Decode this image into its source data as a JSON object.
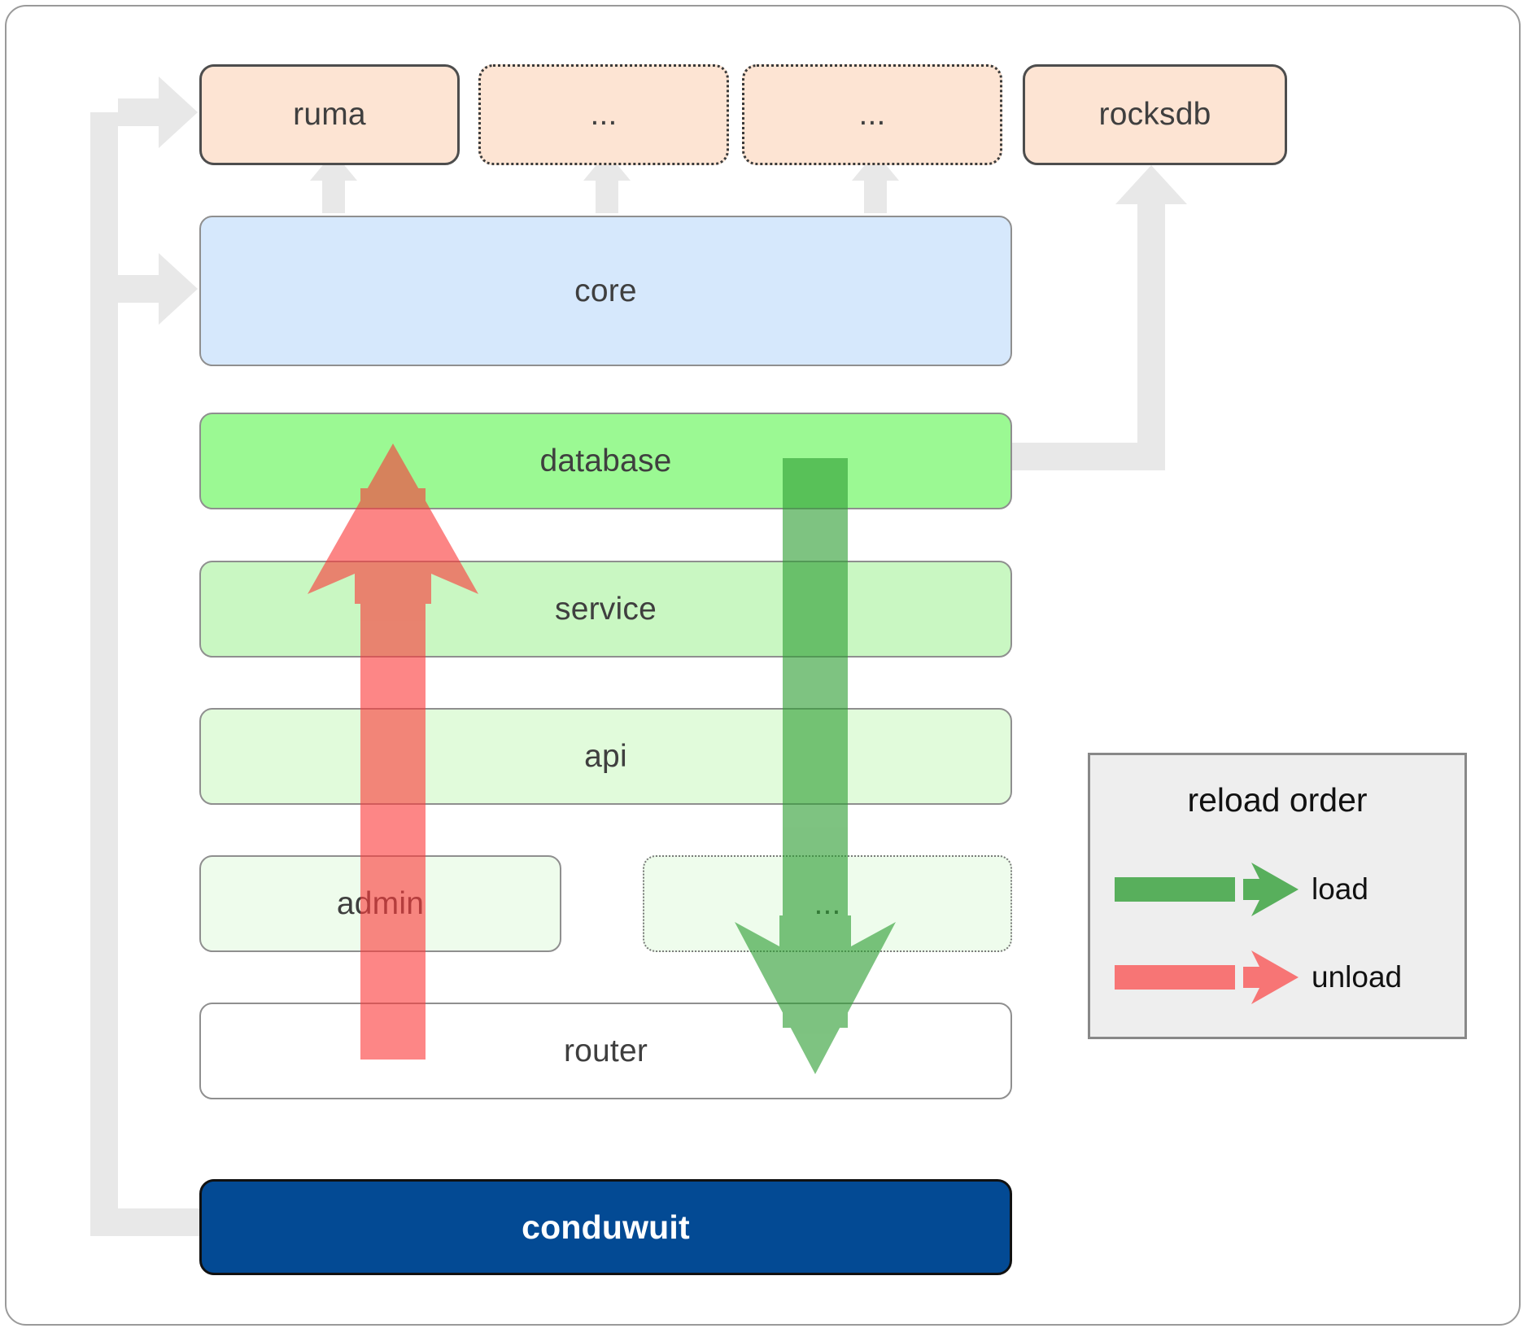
{
  "diagram": {
    "title": "conduwuit crate dependency / reload order diagram",
    "colors": {
      "dependency_fill": "#fde4d3",
      "core_fill": "#d6e8fc",
      "database_fill": "#9bf993",
      "service_fill": "#c9f7c2",
      "api_fill": "#e1fbdb",
      "admin_fill": "#eefcec",
      "router_fill": "#ffffff",
      "root_fill": "#034a94",
      "load_arrow": "#49a94b",
      "unload_arrow": "#fb8a8a",
      "connector_gray": "#e8e8e8"
    },
    "dependencies": [
      {
        "id": "ruma",
        "label": "ruma",
        "style": "solid"
      },
      {
        "id": "dep-ellipsis-1",
        "label": "...",
        "style": "dotted"
      },
      {
        "id": "dep-ellipsis-2",
        "label": "...",
        "style": "dotted"
      },
      {
        "id": "rocksdb",
        "label": "rocksdb",
        "style": "solid"
      }
    ],
    "core": {
      "id": "core",
      "label": "core"
    },
    "layers": [
      {
        "id": "database",
        "label": "database",
        "style": "solid"
      },
      {
        "id": "service",
        "label": "service",
        "style": "solid"
      },
      {
        "id": "api",
        "label": "api",
        "style": "solid"
      },
      {
        "id": "admin",
        "label": "admin",
        "style": "solid"
      },
      {
        "id": "layer-ellipsis",
        "label": "...",
        "style": "dotted"
      },
      {
        "id": "router",
        "label": "router",
        "style": "solid"
      }
    ],
    "root": {
      "id": "conduwuit",
      "label": "conduwuit"
    }
  },
  "legend": {
    "title": "reload order",
    "entries": [
      {
        "id": "load",
        "label": "load",
        "color": "#49a94b"
      },
      {
        "id": "unload",
        "label": "unload",
        "color": "#fb8a8a"
      }
    ]
  }
}
